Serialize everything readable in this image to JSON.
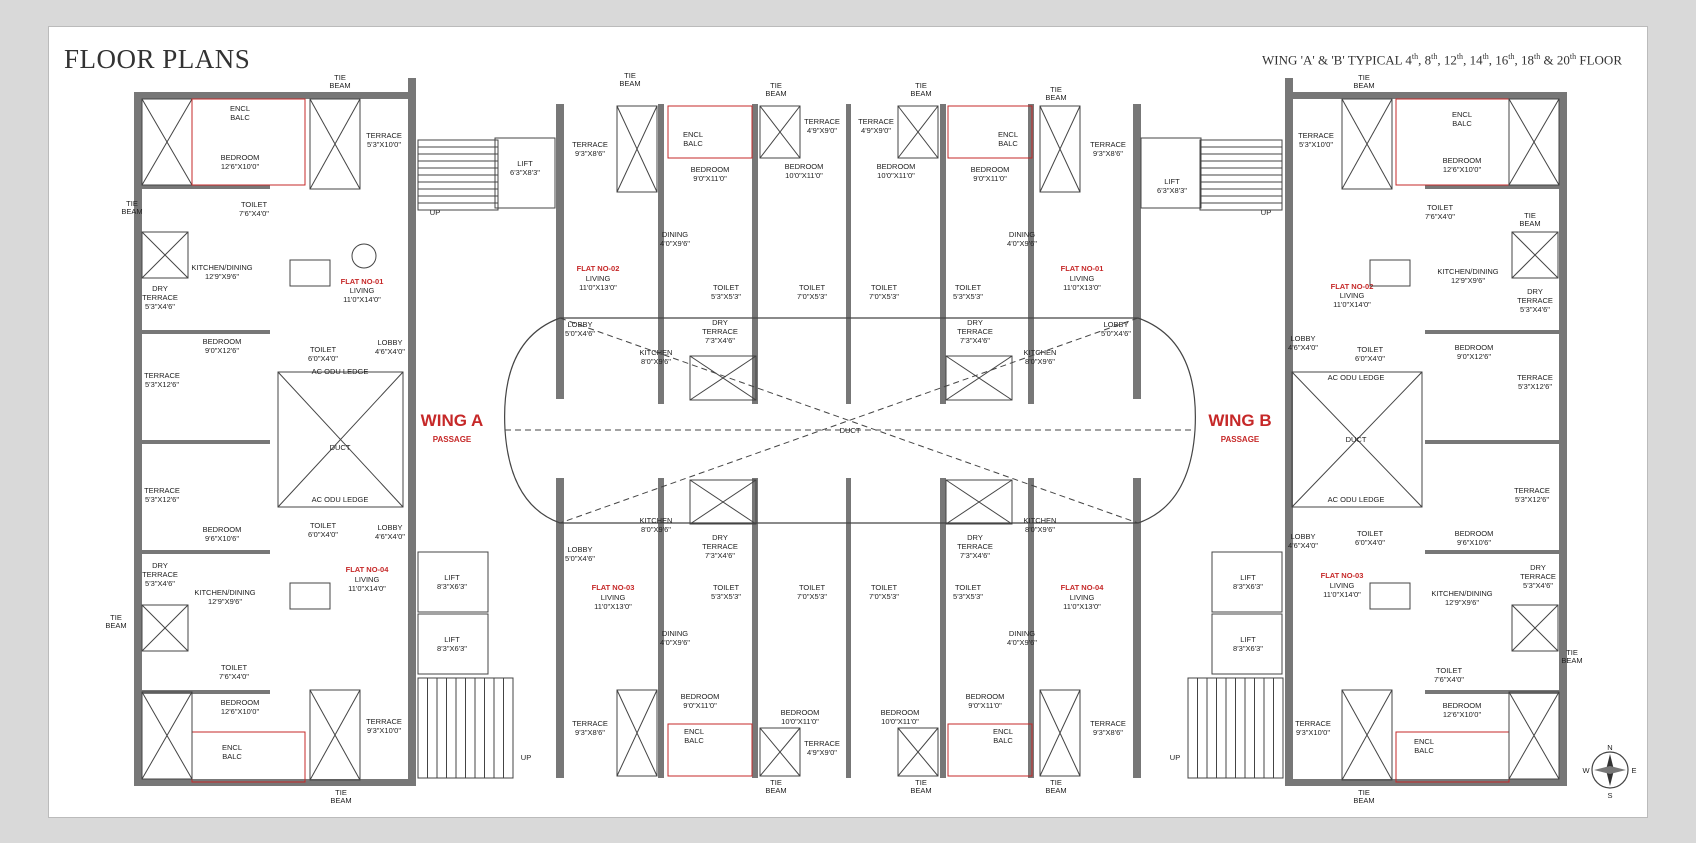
{
  "page": {
    "title": "FLOOR PLANS",
    "subtitle": {
      "prefix": "WING 'A' & 'B'   TYPICAL 4",
      "floors": [
        "8",
        "12",
        "14",
        "16",
        "18",
        "20"
      ],
      "suffix": "th",
      "end": "FLOOR"
    }
  },
  "colors": {
    "wall": "#777777",
    "wall_dark": "#555555",
    "accent_red": "#c62828",
    "line": "#444444",
    "background": "#ffffff"
  },
  "wings": [
    {
      "name": "WING A",
      "passage": "PASSAGE"
    },
    {
      "name": "WING B",
      "passage": "PASSAGE"
    }
  ],
  "core": {
    "duct_label": "DUCT",
    "up_label": "UP"
  },
  "lifts": {
    "top_left": {
      "label": "LIFT",
      "size": "6'3\"X8'3\""
    },
    "top_right": {
      "label": "LIFT",
      "size": "6'3\"X8'3\""
    },
    "bottom_left_1": {
      "label": "LIFT",
      "size": "8'3\"X6'3\""
    },
    "bottom_left_2": {
      "label": "LIFT",
      "size": "8'3\"X6'3\""
    },
    "bottom_right_1": {
      "label": "LIFT",
      "size": "8'3\"X6'3\""
    },
    "bottom_right_2": {
      "label": "LIFT",
      "size": "8'3\"X6'3\""
    }
  },
  "flats": {
    "a1": {
      "name": "FLAT NO-01",
      "living": "LIVING",
      "living_size": "11'0\"X14'0\""
    },
    "a2": {
      "name": "FLAT NO-02",
      "living": "LIVING",
      "living_size": "11'0\"X13'0\""
    },
    "a3": {
      "name": "FLAT NO-03",
      "living": "LIVING",
      "living_size": "11'0\"X13'0\""
    },
    "a4": {
      "name": "FLAT NO-04",
      "living": "LIVING",
      "living_size": "11'0\"X14'0\""
    },
    "b1": {
      "name": "FLAT NO-01",
      "living": "LIVING",
      "living_size": "11'0\"X13'0\""
    },
    "b2": {
      "name": "FLAT NO-02",
      "living": "LIVING",
      "living_size": "11'0\"X14'0\""
    },
    "b3": {
      "name": "FLAT NO-03",
      "living": "LIVING",
      "living_size": "11'0\"X14'0\""
    },
    "b4": {
      "name": "FLAT NO-04",
      "living": "LIVING",
      "living_size": "11'0\"X13'0\""
    }
  },
  "rooms": {
    "encl_balc": "ENCL\nBALC",
    "encl": "ENCL",
    "balc": "BALC",
    "bedroom": "BEDROOM",
    "toilet": "TOILET",
    "terrace": "TERRACE",
    "dry_terrace_1": "DRY",
    "dry_terrace_2": "TERRACE",
    "kitchen_dining": "KITCHEN/DINING",
    "kitchen": "KITCHEN",
    "dining": "DINING",
    "lobby": "LOBBY",
    "ac_odu_ledge": "AC ODU LEDGE",
    "duct": "DUCT",
    "tie": "TIE",
    "beam": "BEAM",
    "size_bed_12x10": "12'6\"X10'0\"",
    "size_bed_9x12": "9'0\"X12'6\"",
    "size_bed_9x10": "9'6\"X10'6\"",
    "size_bed_10x11": "10'0\"X11'0\"",
    "size_bed_9x11": "9'0\"X11'0\"",
    "size_toilet_7x4": "7'6\"X4'0\"",
    "size_toilet_6x4": "6'0\"X4'0\"",
    "size_toilet_5x5": "5'3\"X5'3\"",
    "size_toilet_7x5": "7'0\"X5'3\"",
    "size_terrace_5x10": "5'3\"X10'0\"",
    "size_terrace_5x12": "5'3\"X12'6\"",
    "size_terrace_9x8": "9'3\"X8'6\"",
    "size_terrace_4x9": "4'9\"X9'0\"",
    "size_terrace_9x10": "9'3\"X10'0\"",
    "size_dry_5x4": "5'3\"X4'6\"",
    "size_dry_7x4": "7'3\"X4'6\"",
    "size_kitchen_12x9": "12'9\"X9'6\"",
    "size_kitchen_8x9": "8'0\"X9'6\"",
    "size_dining_4x9": "4'0\"X9'6\"",
    "size_lobby_4x4": "4'6\"X4'0\"",
    "size_lobby_5x4": "5'0\"X4'6\""
  },
  "compass": {
    "n": "N",
    "s": "S",
    "e": "E",
    "w": "W"
  }
}
